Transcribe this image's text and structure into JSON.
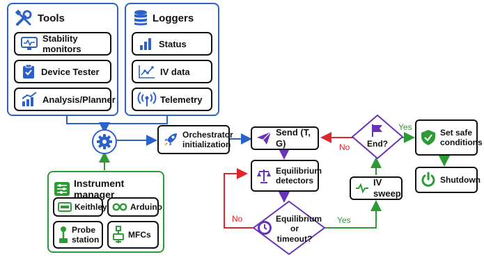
{
  "tools": {
    "title": "Tools",
    "items": [
      "Stability monitors",
      "Device Tester",
      "Analysis/Planner"
    ]
  },
  "loggers": {
    "title": "Loggers",
    "items": [
      "Status",
      "IV data",
      "Telemetry"
    ]
  },
  "instrument_manager": {
    "title": "Instrument manager",
    "items": [
      "Keithley",
      "Arduino",
      "Probe\nstation",
      "MFCs"
    ]
  },
  "flow": {
    "orchestrator": "Orchestrator\ninitialization",
    "send": "Send (T, G)",
    "equilibrium_detectors": "Equilibrium\ndetectors",
    "equilibrium_decision": "Equilibrium\nor\ntimeout?",
    "iv_sweep": "IV sweep",
    "end_decision": "End?",
    "set_safe": "Set safe\nconditions",
    "shutdown": "Shutdown"
  },
  "edge_labels": {
    "end_yes": "Yes",
    "end_no": "No",
    "eq_yes": "Yes",
    "eq_no": "No"
  },
  "colors": {
    "blue": "#2a62c9",
    "green": "#2e9a36",
    "purple": "#6a32b8",
    "red": "#e0262b"
  },
  "icons": {
    "tools": "tools-icon",
    "loggers": "database-icon",
    "stability": "monitor-pulse-icon",
    "device_tester": "clipboard-check-icon",
    "analysis": "chart-trend-icon",
    "status": "bar-chart-icon",
    "iv_data": "line-graph-icon",
    "telemetry": "antenna-icon",
    "hub": "gear-icon",
    "orchestrator": "rocket-icon",
    "send": "paper-plane-icon",
    "detectors": "scale-icon",
    "eq_decision": "clock-icon",
    "iv_sweep": "pulse-icon",
    "end": "flag-icon",
    "set_safe": "shield-check-icon",
    "shutdown": "power-icon",
    "instrument": "sliders-icon",
    "keithley": "meter-icon",
    "arduino": "infinity-icon",
    "probe": "probe-icon",
    "mfc": "valve-icon"
  }
}
